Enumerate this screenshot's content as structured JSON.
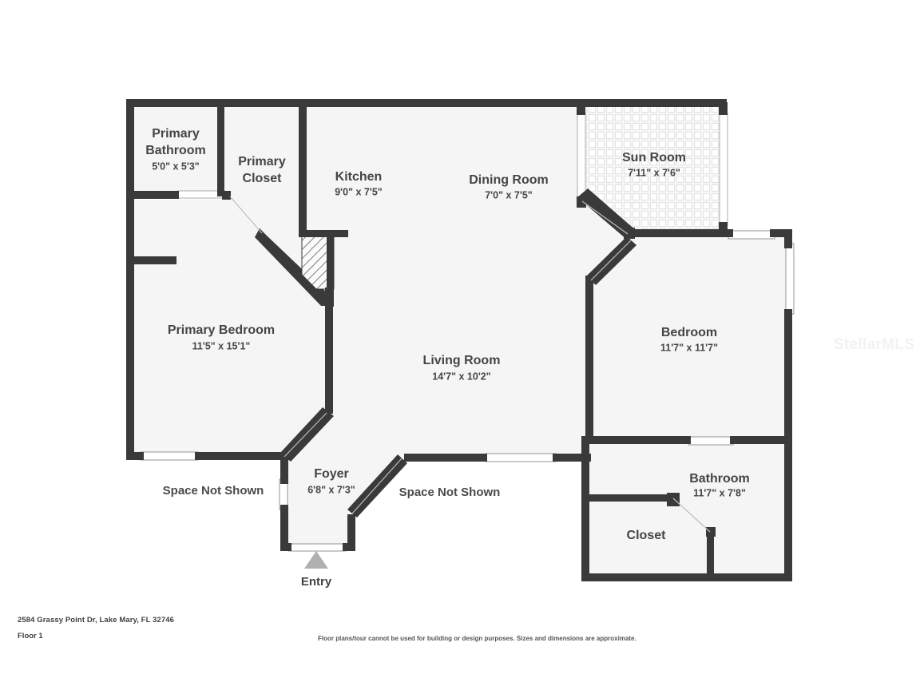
{
  "document": {
    "type": "floor-plan",
    "address": "2584 Grassy Point Dr, Lake Mary, FL 32746",
    "floor_label": "Floor 1",
    "disclaimer": "Floor plans/tour cannot be used for building or design purposes. Sizes and dimensions are approximate.",
    "watermark": "StellarMLS",
    "colors": {
      "wall": "#3a3a3a",
      "floor": "#f5f5f5",
      "page_background": "#ffffff",
      "text": "#454545",
      "window": "#ffffff",
      "entry_arrow": "#b0b0b0",
      "watermark": "#f2f2f2"
    }
  },
  "rooms": [
    {
      "id": "primary-bathroom",
      "name": "Primary Bathroom",
      "name_line1": "Primary",
      "name_line2": "Bathroom",
      "dimensions": "5'0\" x 5'3\""
    },
    {
      "id": "primary-closet",
      "name": "Primary Closet",
      "name_line1": "Primary",
      "name_line2": "Closet",
      "dimensions": ""
    },
    {
      "id": "kitchen",
      "name": "Kitchen",
      "dimensions": "9'0\" x 7'5\""
    },
    {
      "id": "dining-room",
      "name": "Dining Room",
      "dimensions": "7'0\" x 7'5\""
    },
    {
      "id": "sun-room",
      "name": "Sun Room",
      "dimensions": "7'11\" x 7'6\""
    },
    {
      "id": "primary-bedroom",
      "name": "Primary Bedroom",
      "dimensions": "11'5\" x 15'1\""
    },
    {
      "id": "living-room",
      "name": "Living Room",
      "dimensions": "14'7\" x 10'2\""
    },
    {
      "id": "bedroom",
      "name": "Bedroom",
      "dimensions": "11'7\" x 11'7\""
    },
    {
      "id": "bathroom",
      "name": "Bathroom",
      "dimensions": "11'7\" x 7'8\""
    },
    {
      "id": "closet",
      "name": "Closet",
      "dimensions": ""
    },
    {
      "id": "foyer",
      "name": "Foyer",
      "dimensions": "6'8\" x 7'3\""
    }
  ],
  "annotations": [
    {
      "id": "space-not-shown-left",
      "label": "Space Not Shown"
    },
    {
      "id": "space-not-shown-center",
      "label": "Space Not Shown"
    },
    {
      "id": "entry",
      "label": "Entry"
    }
  ]
}
